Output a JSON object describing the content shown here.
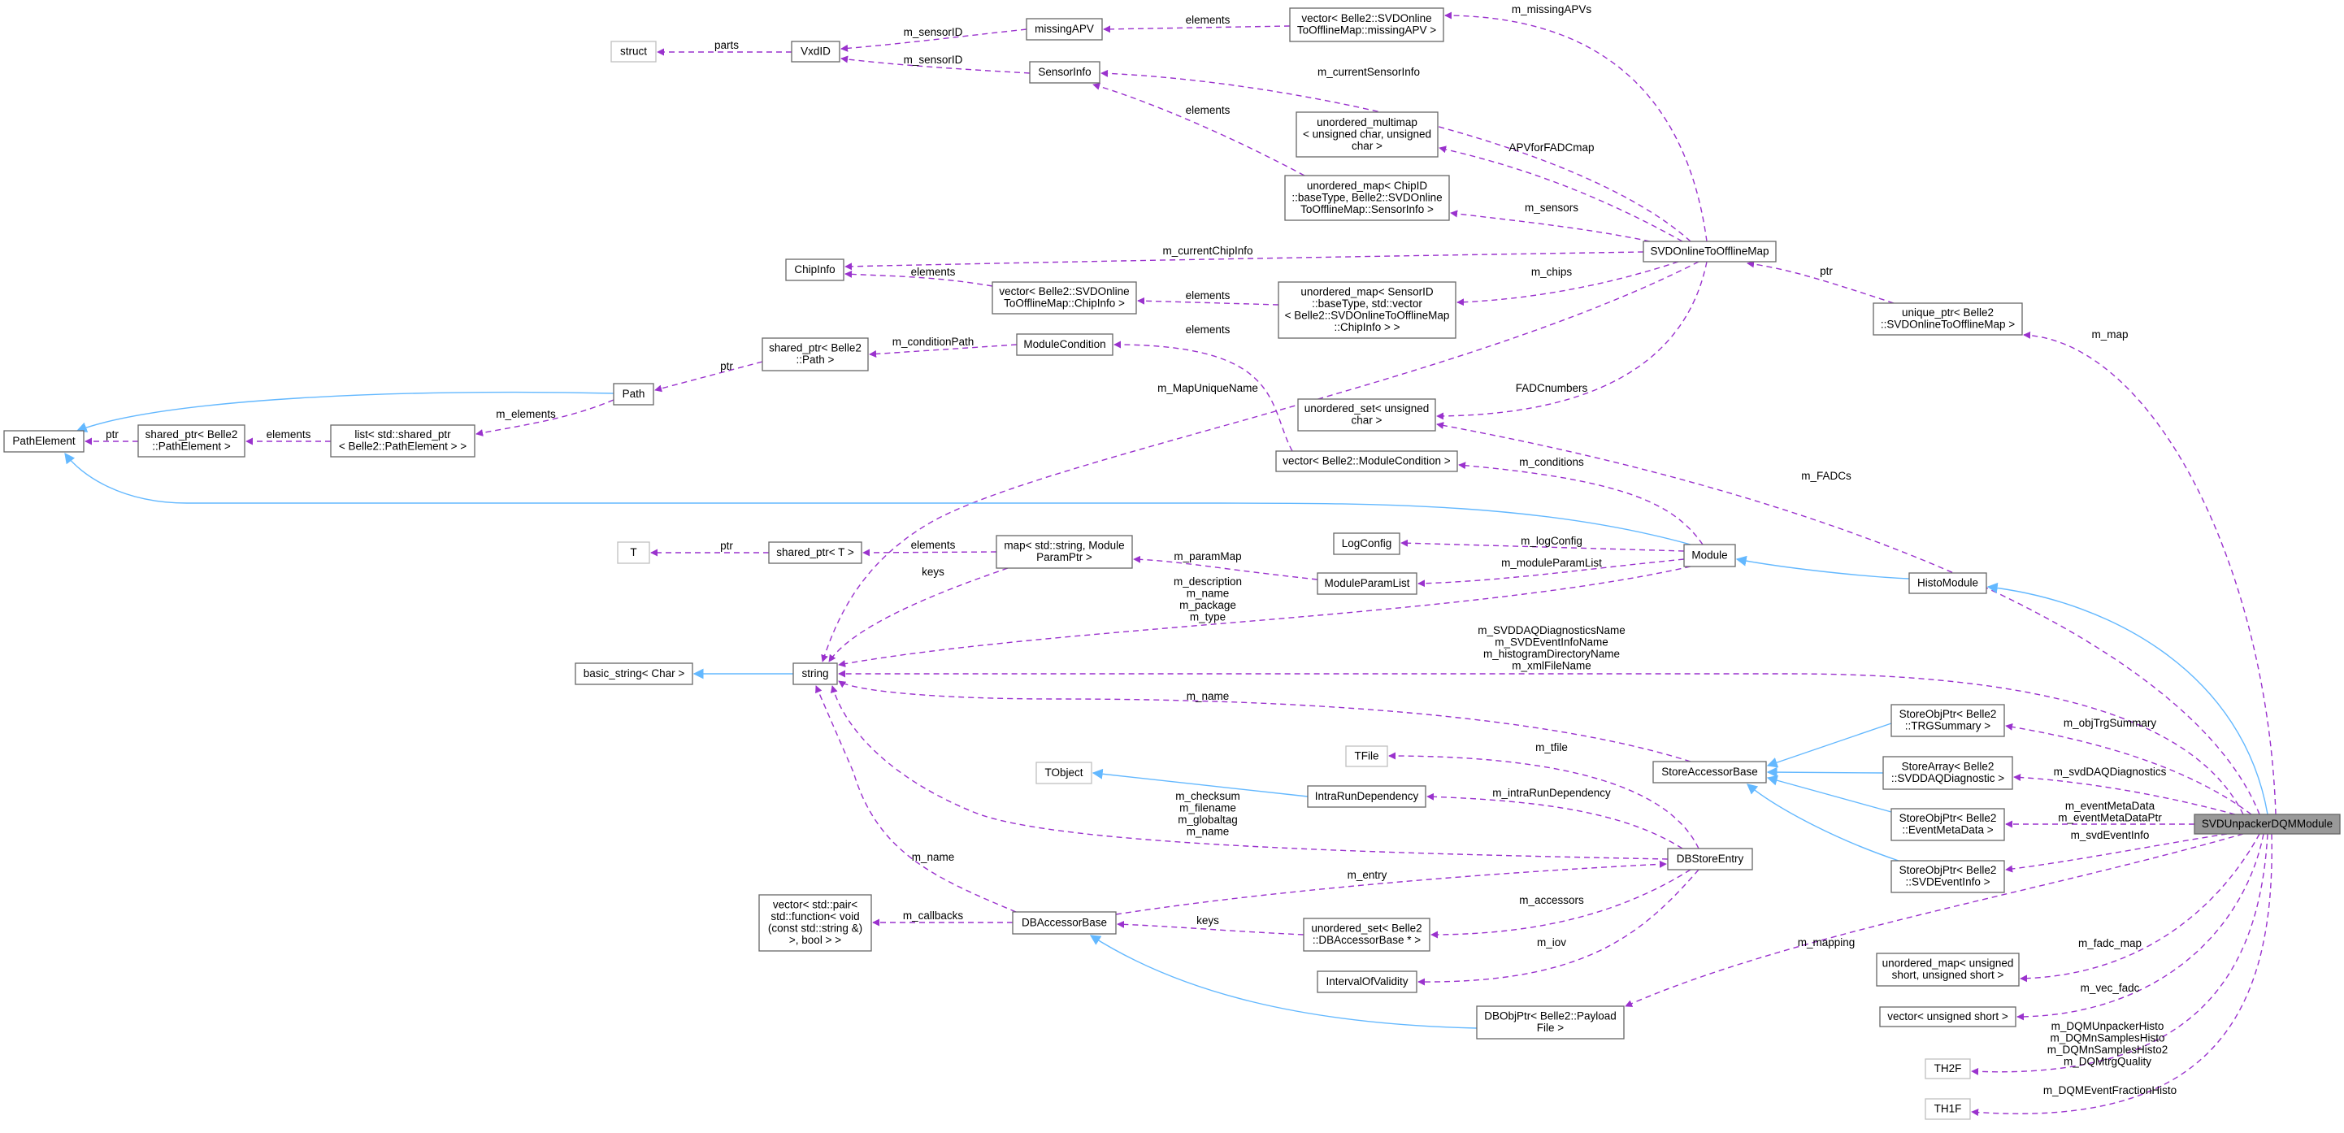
{
  "colors": {
    "usage_edge": "#9a32cd",
    "inheritance_edge": "#63b8ff",
    "node_border": "#666666",
    "external_border": "#bfbfbf",
    "focus_fill": "#999999"
  },
  "diagram": {
    "title": "SVDUnpackerDQMModule",
    "nodes": [
      {
        "id": "struct",
        "lines": [
          "struct"
        ],
        "style": "external"
      },
      {
        "id": "VxdID",
        "lines": [
          "VxdID"
        ],
        "style": "normal"
      },
      {
        "id": "missingAPV",
        "lines": [
          "missingAPV"
        ],
        "style": "normal"
      },
      {
        "id": "vecMissingAPV",
        "lines": [
          "vector< Belle2::SVDOnline",
          "ToOfflineMap::missingAPV >"
        ],
        "style": "normal"
      },
      {
        "id": "SensorInfo",
        "lines": [
          "SensorInfo"
        ],
        "style": "normal"
      },
      {
        "id": "umultimap",
        "lines": [
          "unordered_multimap",
          "< unsigned char, unsigned",
          "char >"
        ],
        "style": "normal"
      },
      {
        "id": "umapChipID",
        "lines": [
          "unordered_map< ChipID",
          "::baseType, Belle2::SVDOnline",
          "ToOfflineMap::SensorInfo >"
        ],
        "style": "normal"
      },
      {
        "id": "SVDOnline",
        "lines": [
          "SVDOnlineToOfflineMap"
        ],
        "style": "normal"
      },
      {
        "id": "ChipInfo",
        "lines": [
          "ChipInfo"
        ],
        "style": "normal"
      },
      {
        "id": "vecChipInfo",
        "lines": [
          "vector< Belle2::SVDOnline",
          "ToOfflineMap::ChipInfo >"
        ],
        "style": "normal"
      },
      {
        "id": "umapSensorID",
        "lines": [
          "unordered_map< SensorID",
          "::baseType, std::vector",
          "< Belle2::SVDOnlineToOfflineMap",
          "::ChipInfo > >"
        ],
        "style": "normal"
      },
      {
        "id": "ModuleCondition",
        "lines": [
          "ModuleCondition"
        ],
        "style": "normal"
      },
      {
        "id": "usetUChar",
        "lines": [
          "unordered_set< unsigned",
          "char >"
        ],
        "style": "normal"
      },
      {
        "id": "vecModuleCondition",
        "lines": [
          "vector< Belle2::ModuleCondition >"
        ],
        "style": "normal"
      },
      {
        "id": "uniquePtr",
        "lines": [
          "unique_ptr< Belle2",
          "::SVDOnlineToOfflineMap >"
        ],
        "style": "normal"
      },
      {
        "id": "sharedPtrPath",
        "lines": [
          "shared_ptr< Belle2",
          "::Path >"
        ],
        "style": "normal"
      },
      {
        "id": "Path",
        "lines": [
          "Path"
        ],
        "style": "normal"
      },
      {
        "id": "PathElement",
        "lines": [
          "PathElement"
        ],
        "style": "normal"
      },
      {
        "id": "sharedPtrPE",
        "lines": [
          "shared_ptr< Belle2",
          "::PathElement >"
        ],
        "style": "normal"
      },
      {
        "id": "listPE",
        "lines": [
          "list< std::shared_ptr",
          "< Belle2::PathElement > >"
        ],
        "style": "normal"
      },
      {
        "id": "T",
        "lines": [
          "T"
        ],
        "style": "external"
      },
      {
        "id": "sharedPtrT",
        "lines": [
          "shared_ptr< T >"
        ],
        "style": "normal"
      },
      {
        "id": "basicString",
        "lines": [
          "basic_string< Char >"
        ],
        "style": "normal"
      },
      {
        "id": "string",
        "lines": [
          "string"
        ],
        "style": "normal"
      },
      {
        "id": "vecPair",
        "lines": [
          "vector< std::pair<",
          "std::function< void",
          "(const std::string &)",
          ">, bool > >"
        ],
        "style": "normal"
      },
      {
        "id": "mapParam",
        "lines": [
          "map< std::string, Module",
          "ParamPtr >"
        ],
        "style": "normal"
      },
      {
        "id": "LogConfig",
        "lines": [
          "LogConfig"
        ],
        "style": "normal"
      },
      {
        "id": "ModuleParamList",
        "lines": [
          "ModuleParamList"
        ],
        "style": "normal"
      },
      {
        "id": "Module",
        "lines": [
          "Module"
        ],
        "style": "normal"
      },
      {
        "id": "HistoModule",
        "lines": [
          "HistoModule"
        ],
        "style": "normal"
      },
      {
        "id": "TFile",
        "lines": [
          "TFile"
        ],
        "style": "external"
      },
      {
        "id": "TObject",
        "lines": [
          "TObject"
        ],
        "style": "external"
      },
      {
        "id": "IntraRun",
        "lines": [
          "IntraRunDependency"
        ],
        "style": "normal"
      },
      {
        "id": "StoreAccessorBase",
        "lines": [
          "StoreAccessorBase"
        ],
        "style": "normal"
      },
      {
        "id": "DBStoreEntry",
        "lines": [
          "DBStoreEntry"
        ],
        "style": "normal"
      },
      {
        "id": "DBAccessorBase",
        "lines": [
          "DBAccessorBase"
        ],
        "style": "normal"
      },
      {
        "id": "usetDBAB",
        "lines": [
          "unordered_set< Belle2",
          "::DBAccessorBase * >"
        ],
        "style": "normal"
      },
      {
        "id": "IOV",
        "lines": [
          "IntervalOfValidity"
        ],
        "style": "normal"
      },
      {
        "id": "DBObjPtr",
        "lines": [
          "DBObjPtr< Belle2::Payload",
          "File >"
        ],
        "style": "normal"
      },
      {
        "id": "TRGSummary",
        "lines": [
          "StoreObjPtr< Belle2",
          "::TRGSummary >"
        ],
        "style": "normal"
      },
      {
        "id": "SVDDAQDiag",
        "lines": [
          "StoreArray< Belle2",
          "::SVDDAQDiagnostic >"
        ],
        "style": "normal"
      },
      {
        "id": "EventMetaData",
        "lines": [
          "StoreObjPtr< Belle2",
          "::EventMetaData >"
        ],
        "style": "normal"
      },
      {
        "id": "SVDEventInfo",
        "lines": [
          "StoreObjPtr< Belle2",
          "::SVDEventInfo >"
        ],
        "style": "normal"
      },
      {
        "id": "SVDUnpacker",
        "lines": [
          "SVDUnpackerDQMModule"
        ],
        "style": "highlighted"
      },
      {
        "id": "umapUShort",
        "lines": [
          "unordered_map< unsigned",
          "short, unsigned short >"
        ],
        "style": "normal"
      },
      {
        "id": "vecUShort",
        "lines": [
          "vector< unsigned short >"
        ],
        "style": "normal"
      },
      {
        "id": "TH2F",
        "lines": [
          "TH2F"
        ],
        "style": "external"
      },
      {
        "id": "TH1F",
        "lines": [
          "TH1F"
        ],
        "style": "external"
      }
    ],
    "edges": [
      {
        "from": "VxdID",
        "to": "struct",
        "kind": "usage",
        "labels": [
          "parts"
        ]
      },
      {
        "from": "missingAPV",
        "to": "VxdID",
        "kind": "usage",
        "labels": [
          "m_sensorID"
        ]
      },
      {
        "from": "SensorInfo",
        "to": "VxdID",
        "kind": "usage",
        "labels": [
          "m_sensorID"
        ]
      },
      {
        "from": "vecMissingAPV",
        "to": "missingAPV",
        "kind": "usage",
        "labels": [
          "elements"
        ]
      },
      {
        "from": "SVDOnline",
        "to": "vecMissingAPV",
        "kind": "usage",
        "labels": [
          "m_missingAPVs"
        ]
      },
      {
        "from": "SVDOnline",
        "to": "SensorInfo",
        "kind": "usage",
        "labels": [
          "m_currentSensorInfo"
        ]
      },
      {
        "from": "umapChipID",
        "to": "SensorInfo",
        "kind": "usage",
        "labels": [
          "elements"
        ]
      },
      {
        "from": "SVDOnline",
        "to": "umultimap",
        "kind": "usage",
        "labels": [
          "APVforFADCmap"
        ]
      },
      {
        "from": "SVDOnline",
        "to": "umapChipID",
        "kind": "usage",
        "labels": [
          "m_sensors"
        ]
      },
      {
        "from": "SVDOnline",
        "to": "ChipInfo",
        "kind": "usage",
        "labels": [
          "m_currentChipInfo"
        ]
      },
      {
        "from": "vecChipInfo",
        "to": "ChipInfo",
        "kind": "usage",
        "labels": [
          "elements"
        ]
      },
      {
        "from": "umapSensorID",
        "to": "vecChipInfo",
        "kind": "usage",
        "labels": [
          "elements"
        ]
      },
      {
        "from": "SVDOnline",
        "to": "umapSensorID",
        "kind": "usage",
        "labels": [
          "m_chips"
        ]
      },
      {
        "from": "SVDOnline",
        "to": "string",
        "kind": "usage",
        "labels": [
          "m_MapUniqueName"
        ]
      },
      {
        "from": "SVDOnline",
        "to": "usetUChar",
        "kind": "usage",
        "labels": [
          "FADCnumbers"
        ]
      },
      {
        "from": "uniquePtr",
        "to": "SVDOnline",
        "kind": "usage",
        "labels": [
          "ptr"
        ]
      },
      {
        "from": "SVDUnpacker",
        "to": "uniquePtr",
        "kind": "usage",
        "labels": [
          "m_map"
        ]
      },
      {
        "from": "SVDUnpacker",
        "to": "usetUChar",
        "kind": "usage",
        "labels": [
          "m_FADCs"
        ]
      },
      {
        "from": "vecModuleCondition",
        "to": "ModuleCondition",
        "kind": "usage",
        "labels": [
          "elements"
        ]
      },
      {
        "from": "ModuleCondition",
        "to": "sharedPtrPath",
        "kind": "usage",
        "labels": [
          "m_conditionPath"
        ]
      },
      {
        "from": "sharedPtrPath",
        "to": "Path",
        "kind": "usage",
        "labels": [
          "ptr"
        ]
      },
      {
        "from": "Path",
        "to": "listPE",
        "kind": "usage",
        "labels": [
          "m_elements"
        ]
      },
      {
        "from": "listPE",
        "to": "sharedPtrPE",
        "kind": "usage",
        "labels": [
          "elements"
        ]
      },
      {
        "from": "sharedPtrPE",
        "to": "PathElement",
        "kind": "usage",
        "labels": [
          "ptr"
        ]
      },
      {
        "from": "Path",
        "to": "PathElement",
        "kind": "inherit",
        "labels": []
      },
      {
        "from": "Module",
        "to": "PathElement",
        "kind": "inherit",
        "labels": []
      },
      {
        "from": "Module",
        "to": "vecModuleCondition",
        "kind": "usage",
        "labels": [
          "m_conditions"
        ]
      },
      {
        "from": "Module",
        "to": "LogConfig",
        "kind": "usage",
        "labels": [
          "m_logConfig"
        ]
      },
      {
        "from": "Module",
        "to": "ModuleParamList",
        "kind": "usage",
        "labels": [
          "m_moduleParamList"
        ]
      },
      {
        "from": "ModuleParamList",
        "to": "mapParam",
        "kind": "usage",
        "labels": [
          "m_paramMap"
        ]
      },
      {
        "from": "mapParam",
        "to": "sharedPtrT",
        "kind": "usage",
        "labels": [
          "elements"
        ]
      },
      {
        "from": "sharedPtrT",
        "to": "T",
        "kind": "usage",
        "labels": [
          "ptr"
        ]
      },
      {
        "from": "mapParam",
        "to": "string",
        "kind": "usage",
        "labels": [
          "keys"
        ]
      },
      {
        "from": "Module",
        "to": "string",
        "kind": "usage",
        "labels": [
          "m_description",
          "m_name",
          "m_package",
          "m_type"
        ]
      },
      {
        "from": "string",
        "to": "basicString",
        "kind": "inherit",
        "labels": []
      },
      {
        "from": "SVDUnpacker",
        "to": "string",
        "kind": "usage",
        "labels": [
          "m_SVDDAQDiagnosticsName",
          "m_SVDEventInfoName",
          "m_histogramDirectoryName",
          "m_xmlFileName"
        ]
      },
      {
        "from": "StoreAccessorBase",
        "to": "string",
        "kind": "usage",
        "labels": [
          "m_name"
        ]
      },
      {
        "from": "DBStoreEntry",
        "to": "string",
        "kind": "usage",
        "labels": [
          "m_checksum",
          "m_filename",
          "m_globaltag",
          "m_name"
        ]
      },
      {
        "from": "DBAccessorBase",
        "to": "string",
        "kind": "usage",
        "labels": [
          "m_name"
        ]
      },
      {
        "from": "DBStoreEntry",
        "to": "TFile",
        "kind": "usage",
        "labels": [
          "m_tfile"
        ]
      },
      {
        "from": "DBStoreEntry",
        "to": "IntraRun",
        "kind": "usage",
        "labels": [
          "m_intraRunDependency"
        ]
      },
      {
        "from": "IntraRun",
        "to": "TObject",
        "kind": "inherit",
        "labels": []
      },
      {
        "from": "DBAccessorBase",
        "to": "DBStoreEntry",
        "kind": "usage",
        "labels": [
          "m_entry"
        ]
      },
      {
        "from": "DBStoreEntry",
        "to": "usetDBAB",
        "kind": "usage",
        "labels": [
          "m_accessors"
        ]
      },
      {
        "from": "usetDBAB",
        "to": "DBAccessorBase",
        "kind": "usage",
        "labels": [
          "keys"
        ]
      },
      {
        "from": "DBStoreEntry",
        "to": "IOV",
        "kind": "usage",
        "labels": [
          "m_iov"
        ]
      },
      {
        "from": "DBObjPtr",
        "to": "DBAccessorBase",
        "kind": "inherit",
        "labels": []
      },
      {
        "from": "DBAccessorBase",
        "to": "vecPair",
        "kind": "usage",
        "labels": [
          "m_callbacks"
        ]
      },
      {
        "from": "HistoModule",
        "to": "Module",
        "kind": "inherit",
        "labels": []
      },
      {
        "from": "SVDUnpacker",
        "to": "HistoModule",
        "kind": "inherit",
        "labels": []
      },
      {
        "from": "TRGSummary",
        "to": "StoreAccessorBase",
        "kind": "inherit",
        "labels": []
      },
      {
        "from": "SVDDAQDiag",
        "to": "StoreAccessorBase",
        "kind": "inherit",
        "labels": []
      },
      {
        "from": "EventMetaData",
        "to": "StoreAccessorBase",
        "kind": "inherit",
        "labels": []
      },
      {
        "from": "SVDEventInfo",
        "to": "StoreAccessorBase",
        "kind": "inherit",
        "labels": []
      },
      {
        "from": "SVDUnpacker",
        "to": "TRGSummary",
        "kind": "usage",
        "labels": [
          "m_objTrgSummary"
        ]
      },
      {
        "from": "SVDUnpacker",
        "to": "SVDDAQDiag",
        "kind": "usage",
        "labels": [
          "m_svdDAQDiagnostics"
        ]
      },
      {
        "from": "SVDUnpacker",
        "to": "EventMetaData",
        "kind": "usage",
        "labels": [
          "m_eventMetaData",
          "m_eventMetaDataPtr"
        ]
      },
      {
        "from": "SVDUnpacker",
        "to": "SVDEventInfo",
        "kind": "usage",
        "labels": [
          "m_svdEventInfo"
        ]
      },
      {
        "from": "SVDUnpacker",
        "to": "DBObjPtr",
        "kind": "usage",
        "labels": [
          "m_mapping"
        ]
      },
      {
        "from": "SVDUnpacker",
        "to": "umapUShort",
        "kind": "usage",
        "labels": [
          "m_fadc_map"
        ]
      },
      {
        "from": "SVDUnpacker",
        "to": "vecUShort",
        "kind": "usage",
        "labels": [
          "m_vec_fadc"
        ]
      },
      {
        "from": "SVDUnpacker",
        "to": "TH2F",
        "kind": "usage",
        "labels": [
          "m_DQMUnpackerHisto",
          "m_DQMnSamplesHisto",
          "m_DQMnSamplesHisto2",
          "m_DQMtrgQuality"
        ]
      },
      {
        "from": "SVDUnpacker",
        "to": "TH1F",
        "kind": "usage",
        "labels": [
          "m_DQMEventFractionHisto"
        ]
      }
    ]
  }
}
